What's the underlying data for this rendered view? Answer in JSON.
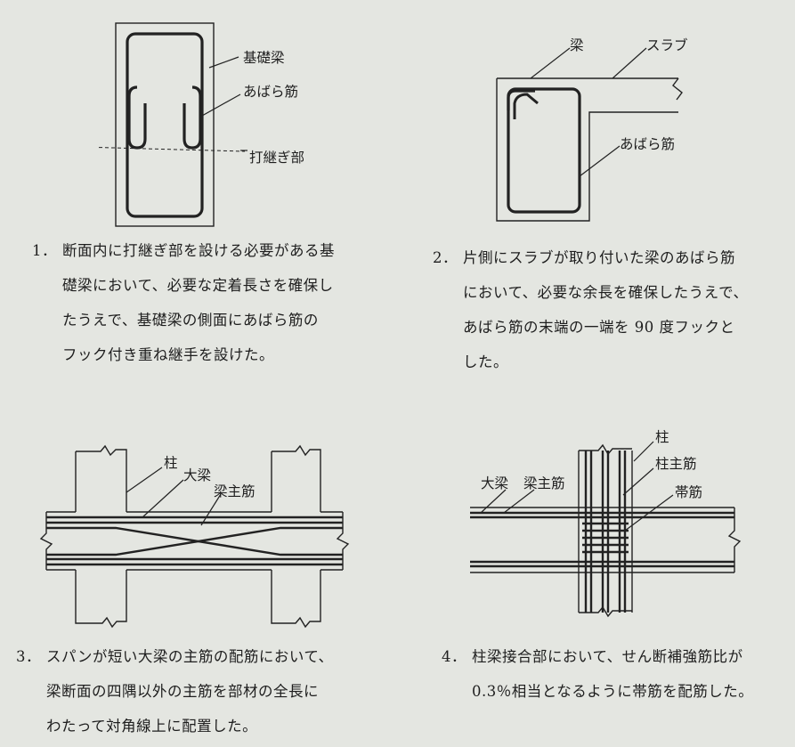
{
  "figure1": {
    "labels": {
      "foundation_beam": "基礎梁",
      "stirrup": "あばら筋",
      "construction_joint": "打継ぎ部"
    },
    "number": "1．",
    "lines": [
      "断面内に打継ぎ部を設ける必要がある基",
      "礎梁において、必要な定着長さを確保し",
      "たうえで、基礎梁の側面にあばら筋の",
      "フック付き重ね継手を設けた。"
    ]
  },
  "figure2": {
    "labels": {
      "beam": "梁",
      "slab": "スラブ",
      "stirrup": "あばら筋"
    },
    "number": "2．",
    "lines": [
      "片側にスラブが取り付いた梁のあばら筋",
      "において、必要な余長を確保したうえで、",
      "あばら筋の末端の一端を 90 度フックと",
      "した。"
    ]
  },
  "figure3": {
    "labels": {
      "column": "柱",
      "girder": "大梁",
      "beam_main_bar": "梁主筋"
    },
    "number": "3．",
    "lines": [
      "スパンが短い大梁の主筋の配筋において、",
      "梁断面の四隅以外の主筋を部材の全長に",
      "わたって対角線上に配置した。"
    ]
  },
  "figure4": {
    "labels": {
      "column": "柱",
      "column_main_bar": "柱主筋",
      "girder": "大梁",
      "beam_main_bar": "梁主筋",
      "hoop": "帯筋"
    },
    "number": "4．",
    "lines": [
      "柱梁接合部において、せん断補強筋比が",
      "0.3％相当となるように帯筋を配筋した。"
    ]
  }
}
